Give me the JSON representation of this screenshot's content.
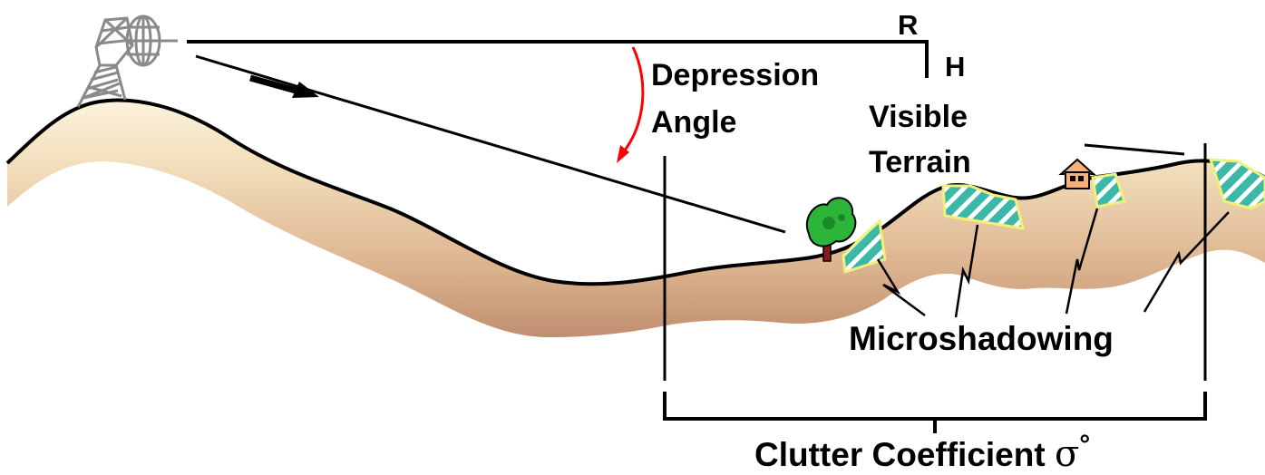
{
  "labels": {
    "range": "R",
    "height": "H",
    "depression_line1": "Depression",
    "depression_line2": "Angle",
    "visible_line1": "Visible",
    "visible_line2": "Terrain",
    "microshadowing": "Microshadowing",
    "clutter_text": "Clutter Coefficient ",
    "clutter_symbol": "σ",
    "clutter_degree": "°"
  },
  "colors": {
    "terrain_light": "#fbecc9",
    "terrain_mid": "#e8c8a0",
    "terrain_dark": "#c89878",
    "shadow_fill": "#39b9a9",
    "shadow_outline": "#f2ef7a",
    "angle_arrow": "#ff0000",
    "tower": "#8a8a8a",
    "tree_foliage": "#2db53a",
    "tree_trunk": "#8b1a1a",
    "house": "#f2b27a"
  },
  "icons": {
    "radar": "radar-tower-icon",
    "tree": "tree-icon",
    "house": "house-icon",
    "direction_arrow": "arrow-right-icon"
  }
}
